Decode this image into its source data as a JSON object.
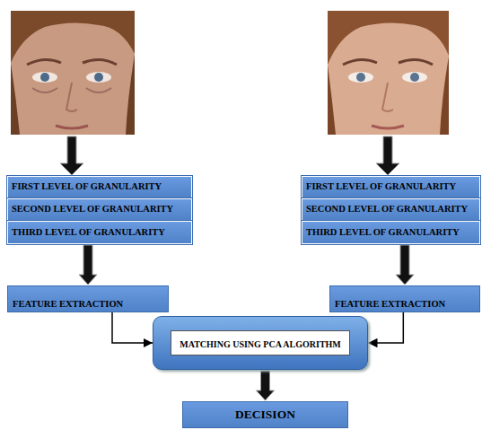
{
  "diagram": {
    "nodes": [
      {
        "text": [
          "FIRST LEVEL OF GRANULARITY"
        ]
      },
      {
        "text": [
          "SECOND LEVEL OF GRANULARITY"
        ]
      },
      {
        "text": [
          "THIRD LEVEL OF GRANULARITY"
        ]
      },
      {
        "text": [
          "FIRST LEVEL OF GRANULARITY"
        ]
      },
      {
        "text": [
          "SECOND LEVEL OF GRANULARITY"
        ]
      },
      {
        "text": [
          "THIRD LEVEL OF GRANULARITY"
        ]
      },
      {
        "text": [
          "FEATURE EXTRACTION"
        ]
      },
      {
        "text": [
          "FEATURE EXTRACTION"
        ]
      },
      {
        "text": [
          "MATCHING USING PCA ALGORITHM"
        ]
      },
      {
        "text": [
          "DECISION"
        ]
      }
    ],
    "edges": [
      {
        "from": 2,
        "to": 6,
        "arrow": "to"
      },
      {
        "from": 5,
        "to": 7,
        "arrow": "to"
      },
      {
        "from": 6,
        "to": 8,
        "arrow": "to"
      },
      {
        "from": 7,
        "to": 8,
        "arrow": "to"
      },
      {
        "from": 8,
        "to": 9,
        "arrow": "to"
      }
    ]
  }
}
